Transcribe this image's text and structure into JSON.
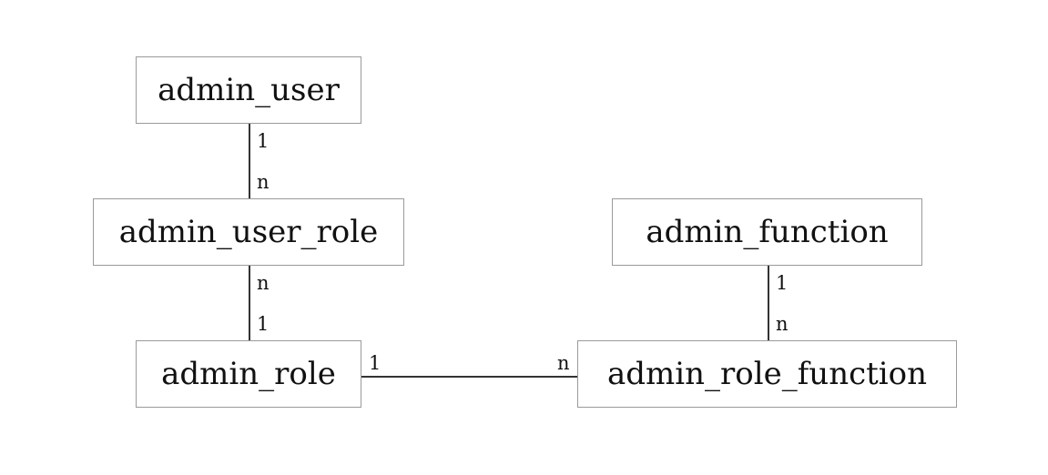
{
  "entities": {
    "admin_user": "admin_user",
    "admin_user_role": "admin_user_role",
    "admin_role": "admin_role",
    "admin_function": "admin_function",
    "admin_role_function": "admin_role_function"
  },
  "relations": {
    "user_to_user_role": {
      "from": "1",
      "to": "n"
    },
    "user_role_to_role": {
      "from": "n",
      "to": "1"
    },
    "function_to_role_function": {
      "from": "1",
      "to": "n"
    },
    "role_to_role_function": {
      "from": "1",
      "to": "n"
    }
  }
}
